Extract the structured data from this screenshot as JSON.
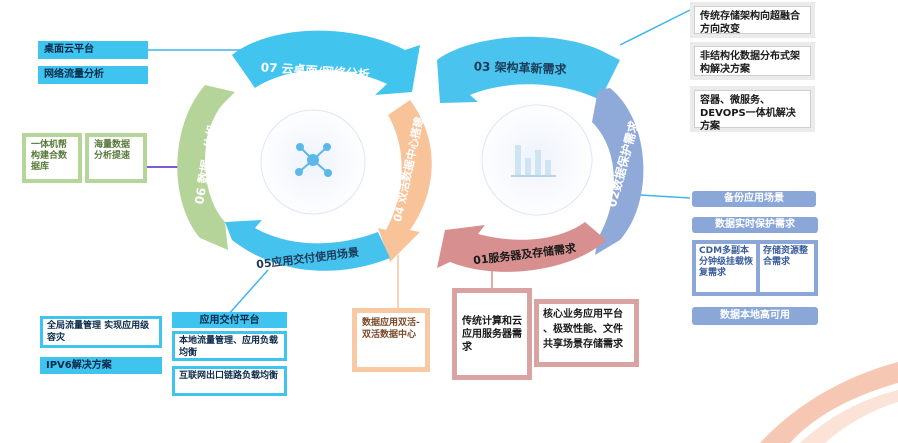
{
  "colors": {
    "cloud_blue": "#41c4ee",
    "architecture_blue": "#4ac4ef",
    "protection_blue": "#8fa9d9",
    "storage_rose": "#d78f8f",
    "delivery_blue": "#45c3ee",
    "integration_green": "#b5d49a",
    "datacenter_peach": "#f9c39a",
    "connector_blue": "#3fb6e8",
    "connector_purple": "#7b5bd0"
  },
  "segments": {
    "cloud": "07 云桌面/网络分析",
    "architecture": "03 架构革新需求",
    "protection": "02数据保护需求",
    "storage": "01服务器及存储需求",
    "delivery": "05应用交付使用场景",
    "integration": "06 数据一体机",
    "datacenter": "04 双活数据中心搭建"
  },
  "cloud_items": [
    "桌面云平台",
    "网络流量分析"
  ],
  "architecture_items": [
    "传统存储架构向超融合方向改变",
    "非结构化数据分布式架构解决方案",
    "容器、微服务、DEVOPS一体机解决方案"
  ],
  "protection_items": {
    "top": [
      "备份应用场景",
      "数据实时保护需求"
    ],
    "pair": [
      "CDM多副本分钟级挂载恢复需求",
      "存储资源整合需求"
    ],
    "bottom": "数据本地高可用"
  },
  "storage_items": {
    "left": "传统计算和云应用服务器需求",
    "right": [
      "核心业务应用平台",
      "、极致性能、文件",
      "共享场景存储需求"
    ]
  },
  "delivery_items": {
    "left": [
      "全局流量管理 实现应用级容灾",
      "IPV6解决方案"
    ],
    "right": [
      "应用交付平台",
      "本地流量管理、应用负载均衡",
      "互联网出口链路负载均衡"
    ]
  },
  "integration_items": [
    "一体机帮构建合数据库",
    "海量数据分析提速"
  ],
  "datacenter_items": [
    "数据应用双活-双活数据中心"
  ]
}
